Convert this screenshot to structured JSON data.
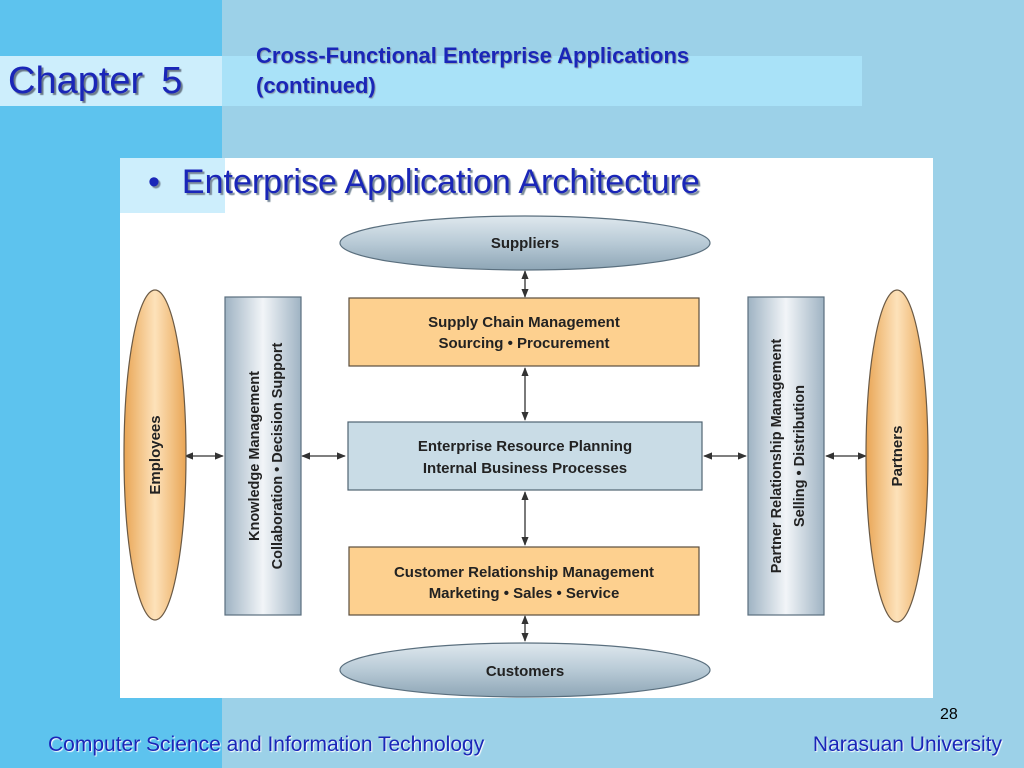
{
  "header": {
    "chapter_label": "Chapter",
    "chapter_number": "5",
    "title_line1": "Cross-Functional Enterprise Applications",
    "title_line2": "(continued)"
  },
  "bullet": "Enterprise Application Architecture",
  "diagram": {
    "suppliers": "Suppliers",
    "customers": "Customers",
    "employees": "Employees",
    "partners": "Partners",
    "scm_line1": "Supply Chain Management",
    "scm_line2": "Sourcing • Procurement",
    "erp_line1": "Enterprise Resource Planning",
    "erp_line2": "Internal Business Processes",
    "crm_line1": "Customer Relationship Management",
    "crm_line2": "Marketing • Sales • Service",
    "km_line1": "Knowledge Management",
    "km_line2": "Collaboration • Decision Support",
    "prm_line1": "Partner Relationship Management",
    "prm_line2": "Selling • Distribution"
  },
  "colors": {
    "orange_box": "#fdd08f",
    "blue_box": "#c9dce6",
    "title_blue": "#1a26b8"
  },
  "page_number": "28",
  "footer": {
    "left": "Computer Science and Information Technology",
    "right": "Narasuan University"
  }
}
